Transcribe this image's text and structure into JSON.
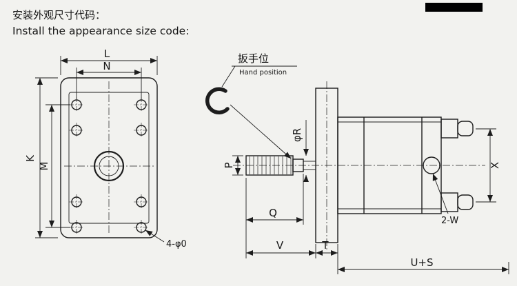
{
  "titles": {
    "cn": "安装外观尺寸代码：",
    "en": "Install the appearance size code:"
  },
  "front_view": {
    "dims": {
      "L": "L",
      "N": "N",
      "K": "K",
      "M": "M"
    },
    "holes_label": "4-φ0"
  },
  "side_view": {
    "wrench_cn": "扳手位",
    "wrench_en": "Hand position",
    "dims": {
      "P": "P",
      "Q": "Q",
      "V": "V",
      "T": "T",
      "US": "U+S",
      "R": "φR",
      "X": "X"
    },
    "ports_label": "2-W"
  },
  "colors": {
    "background": "#f2f2ef",
    "line": "#1d1d1d",
    "top_bar": "#000000"
  }
}
